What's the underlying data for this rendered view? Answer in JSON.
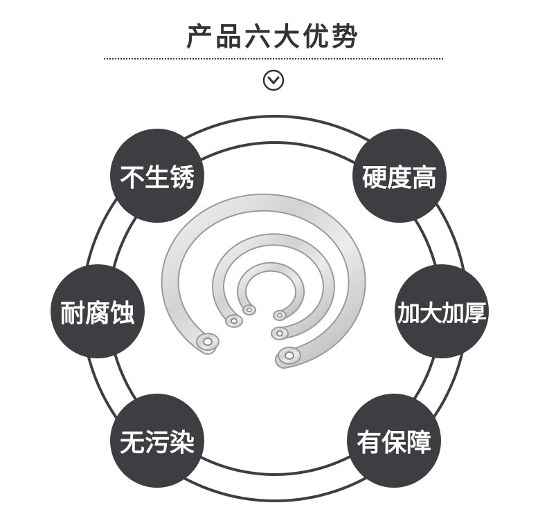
{
  "title": "产品六大优势",
  "features": [
    {
      "label": "不生锈"
    },
    {
      "label": "硬度高"
    },
    {
      "label": "耐腐蚀"
    },
    {
      "label": "加大加厚"
    },
    {
      "label": "无污染"
    },
    {
      "label": "有保障"
    }
  ],
  "icons": {
    "scroll_down": "chevron-down-circle-icon"
  },
  "colors": {
    "badge": "#3e3d42",
    "ring": "#3e3d42",
    "title": "#333333"
  }
}
